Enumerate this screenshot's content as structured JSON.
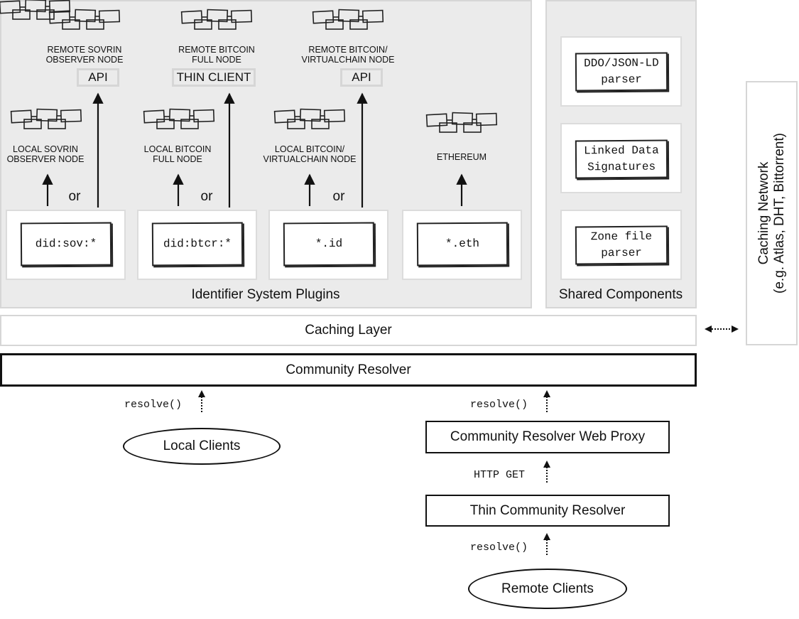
{
  "plugins_panel": {
    "caption": "Identifier System Plugins"
  },
  "shared_panel": {
    "caption": "Shared Components",
    "components": [
      "DDO/JSON-LD\nparser",
      "Linked Data\nSignatures",
      "Zone file\nparser"
    ]
  },
  "plugins": [
    {
      "id": "did:sov:*",
      "local_node": "LOCAL SOVRIN\nOBSERVER NODE",
      "remote_node": "REMOTE SOVRIN\nOBSERVER NODE",
      "remote_iface": "API",
      "or": "or"
    },
    {
      "id": "did:btcr:*",
      "local_node": "LOCAL BITCOIN\nFULL NODE",
      "remote_node": "REMOTE BITCOIN\nFULL NODE",
      "remote_iface": "THIN CLIENT",
      "or": "or"
    },
    {
      "id": "*.id",
      "local_node": "LOCAL BITCOIN/\nVIRTUALCHAIN NODE",
      "remote_node": "REMOTE BITCOIN/\nVIRTUALCHAIN NODE",
      "remote_iface": "API",
      "or": "or"
    },
    {
      "id": "*.eth",
      "local_node": "ETHEREUM"
    }
  ],
  "caching_layer": "Caching Layer",
  "caching_network": {
    "line1": "Caching Network",
    "line2": "(e.g. Atlas, DHT, Bittorrent)"
  },
  "community_resolver": "Community Resolver",
  "calls": {
    "resolve": "resolve()",
    "http_get": "HTTP GET"
  },
  "local_clients": "Local Clients",
  "web_proxy": "Community Resolver Web Proxy",
  "thin_resolver": "Thin Community Resolver",
  "remote_clients": "Remote Clients"
}
